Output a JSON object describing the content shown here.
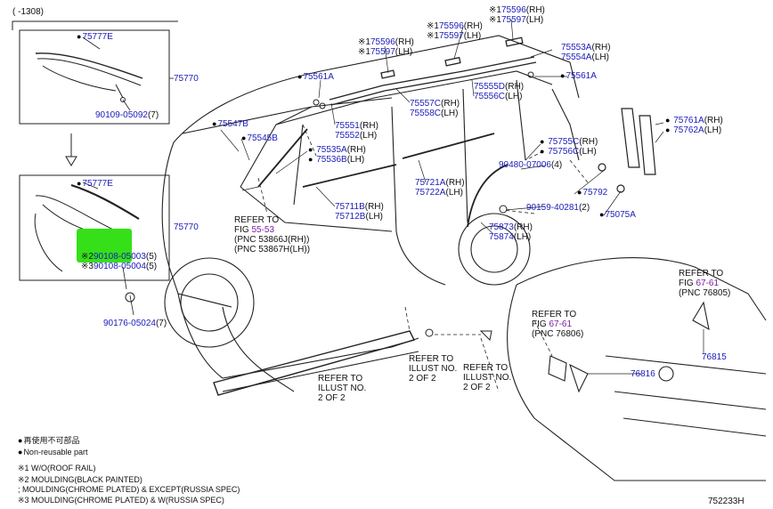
{
  "header": {
    "year_range": "( -1308)"
  },
  "diagram_code": "752233H",
  "colors": {
    "part_number": "#1b1bb8",
    "ref_pnc": "#7a1fa0",
    "highlight": "#35e019"
  },
  "parts": {
    "p75777E_a": "75777E",
    "p90109": "90109-05092",
    "p90109_qty": "(7)",
    "p75770_a": "75770",
    "p75777E_b": "75777E",
    "p90108_05003": "90108-05003",
    "p90108_05003_qty": "(5)",
    "p90108_05003_mark": "※2",
    "p90108_05004": "90108-05004",
    "p90108_05004_qty": "(5)",
    "p90108_05004_mark": "※3",
    "p75770_b": "75770",
    "p90176": "90176-05024",
    "p90176_qty": "(7)",
    "p75547B": "75547B",
    "p75545B": "75545B",
    "p75596_rh_a": "75596",
    "p75597_lh_a": "75597",
    "p75596_rh_b": "75596",
    "p75597_lh_b": "75597",
    "p75596_rh_c": "75596",
    "p75597_lh_c": "75597",
    "p75561A_a": "75561A",
    "p75551": "75551",
    "p75552": "75552",
    "p75535A": "75535A",
    "p75536B": "75536B",
    "p75557C": "75557C",
    "p75558C": "75558C",
    "p75555D": "75555D",
    "p75556C": "75556C",
    "p75553A": "75553A",
    "p75554A": "75554A",
    "p75561A_b": "75561A",
    "p75761A": "75761A",
    "p75762A": "75762A",
    "p75755C": "75755C",
    "p75756C": "75756C",
    "p90480": "90480-07006",
    "p90480_qty": "(4)",
    "p75792": "75792",
    "p90159": "90159-40281",
    "p90159_qty": "(2)",
    "p75075A": "75075A",
    "p75721A": "75721A",
    "p75722A": "75722A",
    "p75711B": "75711B",
    "p75712B": "75712B",
    "p75873": "75873",
    "p75874": "75874",
    "p76816": "76816",
    "p76815": "76815"
  },
  "suffix": {
    "rh": "(RH)",
    "lh": "(LH)",
    "mark1": "※1"
  },
  "refs": {
    "refer_to": "REFER TO",
    "fig": "FIG",
    "fig_55_53": "55-53",
    "pnc_53866J": "(PNC 53866J(RH))",
    "pnc_53867H": "(PNC 53867H(LH))",
    "fig_67_61": "67-61",
    "pnc_76805": "(PNC 76805)",
    "pnc_76806": "(PNC 76806)",
    "illust_no": "ILLUST NO.",
    "two_of_2": "2 OF 2"
  },
  "legend": {
    "reusable_jp": "再使用不可部品",
    "non_reusable": "Non-reusable part",
    "note1": "※1 W/O(ROOF RAIL)",
    "note2a": "※2 MOULDING(BLACK PAINTED)",
    "note2b": "; MOULDING(CHROME PLATED) & EXCEPT(RUSSIA SPEC)",
    "note3": "※3 MOULDING(CHROME PLATED) & W(RUSSIA SPEC)"
  }
}
